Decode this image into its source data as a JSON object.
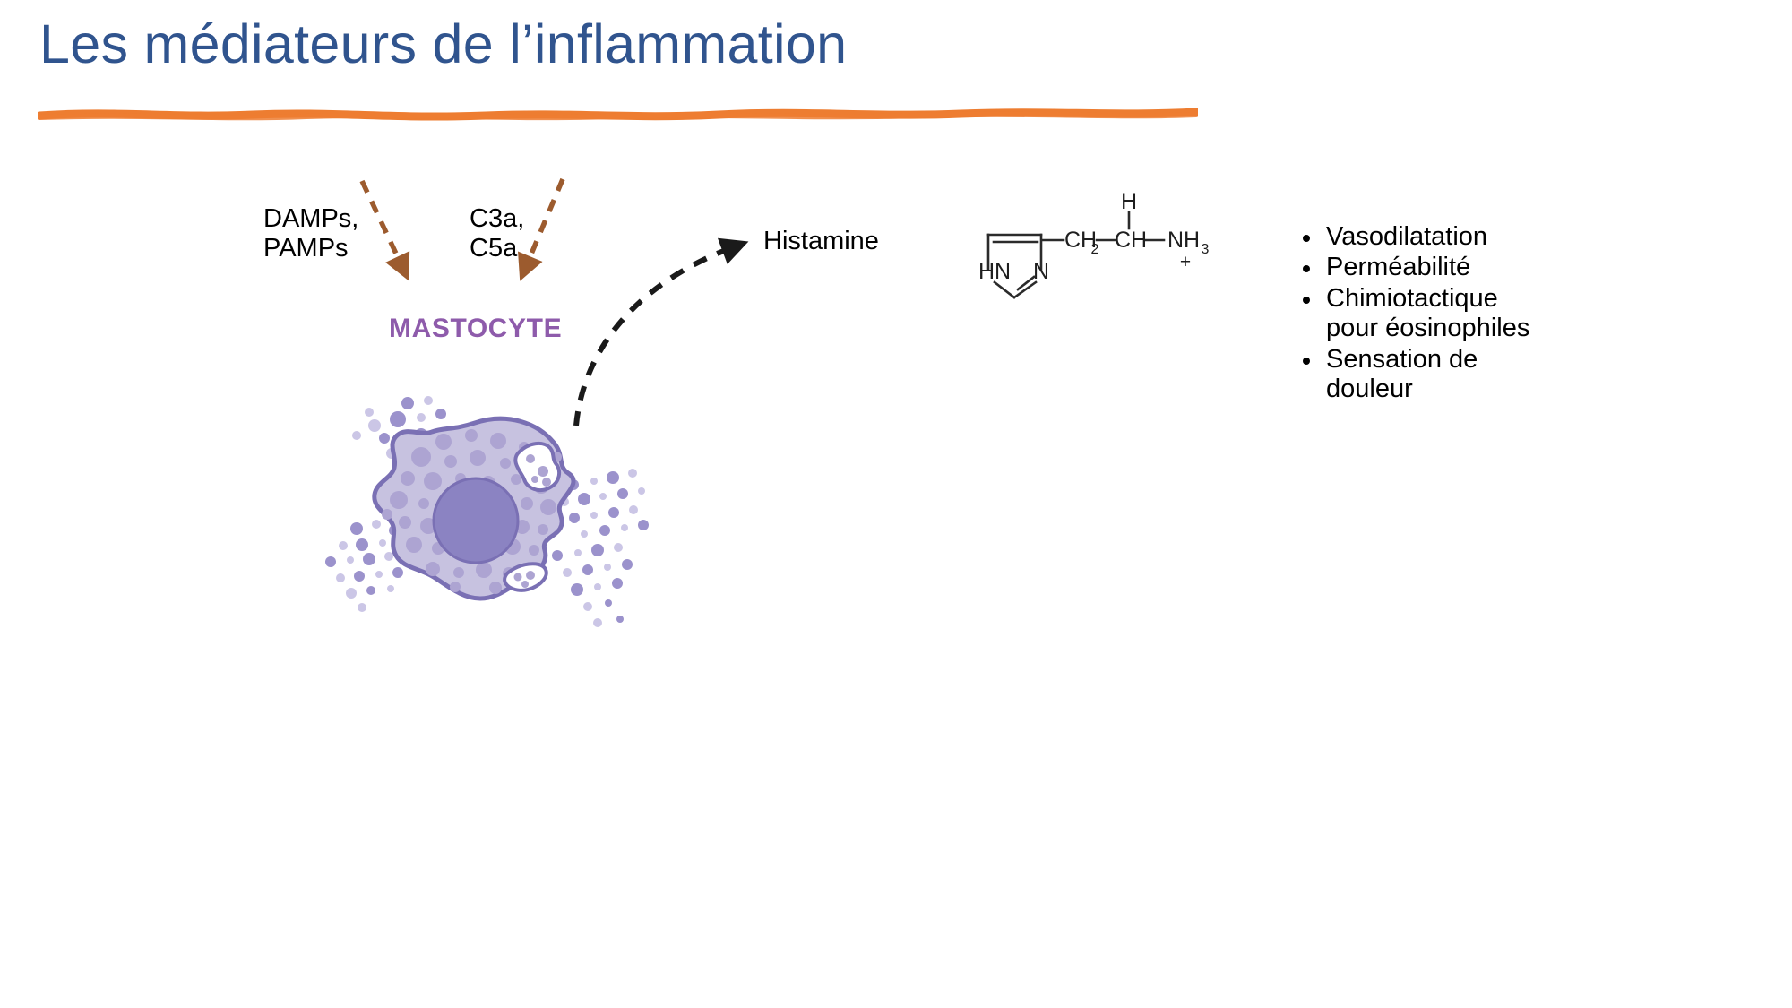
{
  "slide": {
    "title": "Les médiateurs de l’inflammation",
    "title_color": "#30548E",
    "rule_color": "#ED7D31",
    "background": "#FFFFFF"
  },
  "diagram": {
    "stimuli": [
      {
        "id": "damps-pamps",
        "label": "DAMPs,\nPAMPs"
      },
      {
        "id": "c3a-c5a",
        "label": "C3a,\nC5a"
      }
    ],
    "cell": {
      "name": "MASTOCYTE",
      "name_color": "#8E5BAB",
      "body_fill": "#C7C2E0",
      "body_stroke": "#7A70B4",
      "nucleus_fill": "#8B83C2",
      "granule_fill": "#ADA4D2",
      "released_granule_fill_dark": "#9B92CC",
      "released_granule_fill_light": "#CBC6E6"
    },
    "mediator": {
      "label": "Histamine",
      "arrow_color": "#1A1A1A",
      "arrow_style": "dashed-curved"
    },
    "stimulus_arrow_color": "#9C5B2E",
    "stimulus_arrow_style": "dashed-straight"
  },
  "molecule": {
    "name": "Histamine",
    "stroke_color": "#2B2B2B",
    "atoms": [
      {
        "id": "hn",
        "text": "HN"
      },
      {
        "id": "n",
        "text": "N"
      },
      {
        "id": "ch2",
        "text": "CH"
      },
      {
        "id": "ch2-sub",
        "text": "2"
      },
      {
        "id": "ch",
        "text": "CH"
      },
      {
        "id": "h-top",
        "text": "H"
      },
      {
        "id": "nh3",
        "text": "NH"
      },
      {
        "id": "nh3-sub",
        "text": "3"
      },
      {
        "id": "charge",
        "text": "+"
      }
    ]
  },
  "effects": {
    "items": [
      "Vasodilatation",
      "Perméabilité",
      "Chimiotactique pour éosinophiles",
      "Sensation de douleur"
    ]
  }
}
